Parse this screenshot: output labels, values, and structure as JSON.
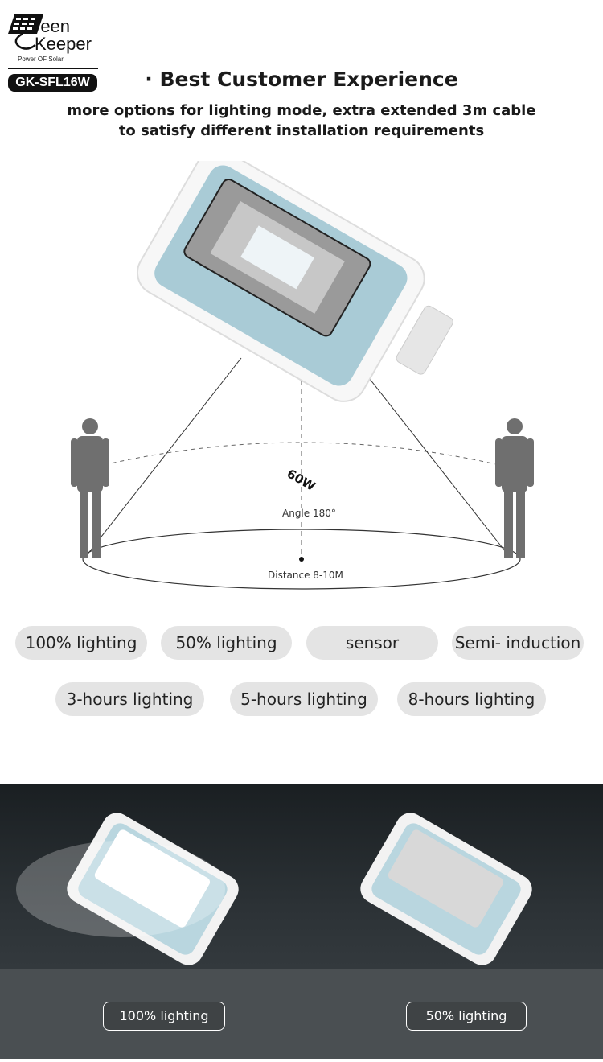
{
  "brand": {
    "logo_text_line1": "reen",
    "logo_text_line2": "Keeper",
    "tagline": "Power OF Solar",
    "model": "GK-SFL16W"
  },
  "header": {
    "title": "· Best Customer Experience",
    "subtitle_line1": "more options for lighting mode, extra extended 3m cable",
    "subtitle_line2": "to satisfy different installation requirements"
  },
  "product": {
    "wattage": "60W"
  },
  "diagram": {
    "angle_label": "Angle 180°",
    "distance_label": "Distance 8-10M"
  },
  "modes": [
    "100% lighting",
    "50% lighting",
    "sensor",
    "Semi- induction",
    "3-hours lighting",
    "5-hours lighting",
    "8-hours lighting"
  ],
  "demo": {
    "left_label": "100% lighting",
    "right_label": "50% lighting"
  },
  "colors": {
    "panel": "#a9cbd6",
    "pill": "#e4e4e4",
    "dark_bg": "#2c3236"
  }
}
